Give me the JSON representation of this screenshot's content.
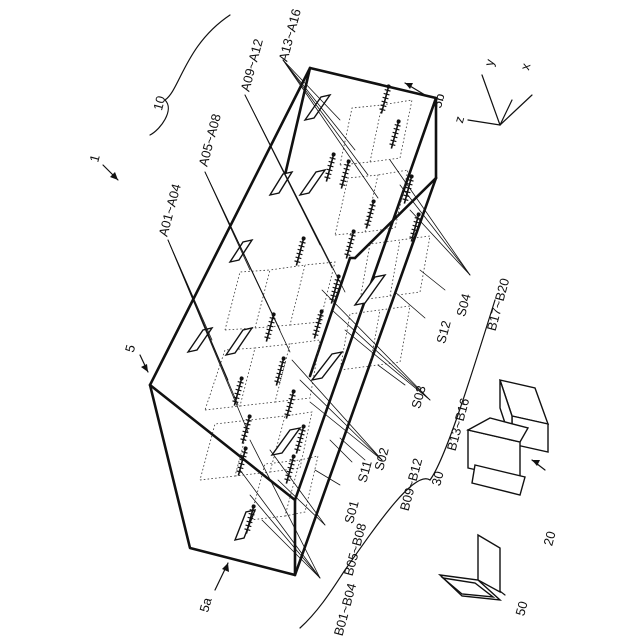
{
  "figure": {
    "ref_device": "1",
    "ref_cabin": "10",
    "ref_housing": "5",
    "ref_end_a": "5a",
    "ref_end_b": "5b",
    "ref_group30": "30",
    "ref_server": "20",
    "ref_laptop": "50",
    "label_a01": "A01~A04",
    "label_a05": "A05~A08",
    "label_a09": "A09~A12",
    "label_a13": "A13~A16",
    "label_b01": "B01~B04",
    "label_b05": "B05~B08",
    "label_b09": "B09~B12",
    "label_b13": "B13~B16",
    "label_b17": "B17~B20",
    "label_s01": "S01",
    "label_s02": "S02",
    "label_s03": "S03",
    "label_s04": "S04",
    "label_s11": "S11",
    "label_s12": "S12",
    "axis_x": "x",
    "axis_y": "y",
    "axis_z": "z"
  }
}
